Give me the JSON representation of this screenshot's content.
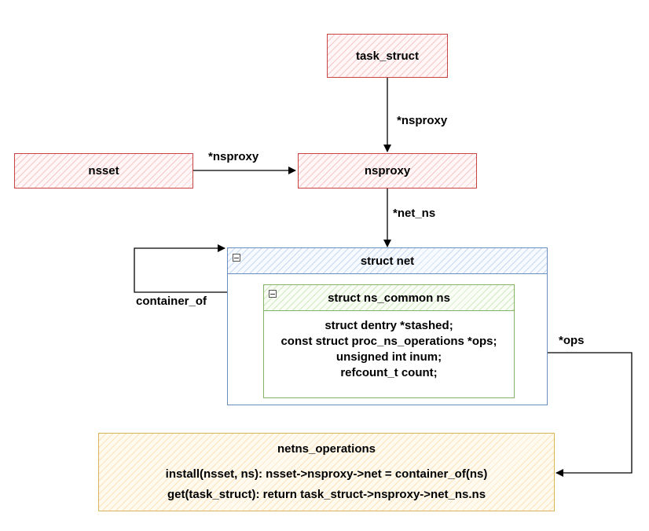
{
  "nodes": {
    "task_struct": "task_struct",
    "nsproxy": "nsproxy",
    "nsset": "nsset",
    "struct_net": "struct net",
    "ns_common": {
      "title": "struct ns_common ns",
      "fields": [
        "struct dentry *stashed;",
        "const struct proc_ns_operations *ops;",
        "unsigned int inum;",
        "refcount_t count;"
      ]
    },
    "netns_operations": {
      "title": "netns_operations",
      "methods": [
        "install(nsset, ns): nsset->nsproxy->net = container_of(ns)",
        "get(task_struct): return task_struct->nsproxy->net_ns.ns"
      ]
    }
  },
  "edges": {
    "task_to_nsproxy": "*nsproxy",
    "nsset_to_nsproxy": "*nsproxy",
    "nsproxy_to_net": "*net_ns",
    "container_of": "container_of",
    "ops": "*ops"
  },
  "colors": {
    "red_border": "#c94444",
    "blue_border": "#6c8ebf",
    "green_border": "#82b366",
    "orange_border": "#d6b656"
  }
}
